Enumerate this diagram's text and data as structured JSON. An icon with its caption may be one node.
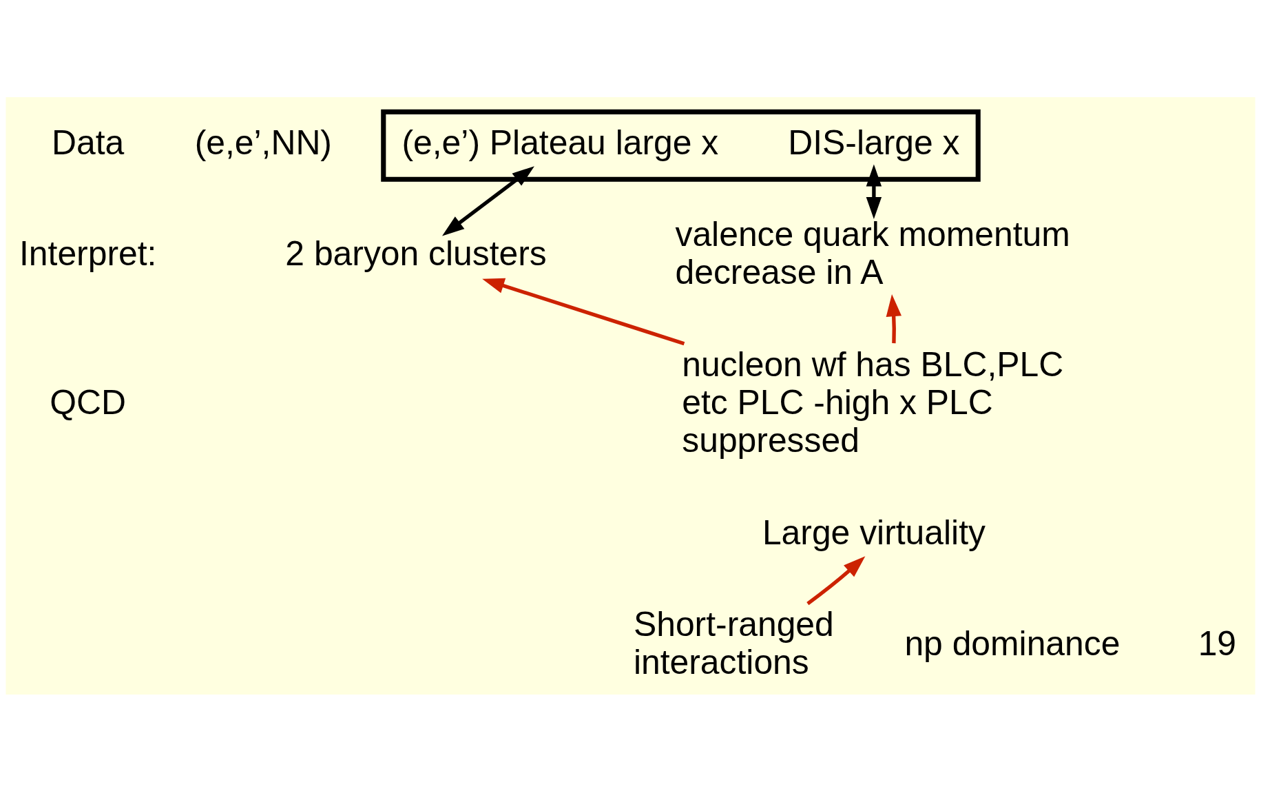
{
  "diagram": {
    "nodes": [
      {
        "text": [],
        "shape": "box"
      },
      {
        "text": [
          "DIS-large x"
        ],
        "in": 0
      },
      {
        "text": [
          "(e,e’) Plateau large x"
        ],
        "in": 0
      },
      {
        "text": [
          "valence quark momentum decrease in A"
        ]
      },
      {
        "text": [
          "2 baryon clusters"
        ]
      },
      {
        "text": [
          "nucleon wf has BLC,PLC etc PLC -high x PLC suppressed"
        ]
      },
      {
        "text": [
          "Large virtuality"
        ]
      },
      {
        "text": [
          "Short-ranged interactions"
        ]
      },
      {
        "text": [
          "np dominance"
        ]
      }
    ],
    "edges": [
      {
        "from": 1,
        "to": 3,
        "arrow": "both",
        "color": "#000000"
      },
      {
        "from": 2,
        "to": 4,
        "arrow": "both",
        "color": "#000000"
      },
      {
        "from": 5,
        "to": 3,
        "arrow": "to"
      },
      {
        "from": 5,
        "to": 4,
        "arrow": "to"
      },
      {
        "from": 7,
        "to": 6,
        "arrow": "to"
      }
    ],
    "labels": [
      "Data",
      "(e,e’,NN)",
      "Interpret:",
      "QCD",
      "19"
    ]
  }
}
